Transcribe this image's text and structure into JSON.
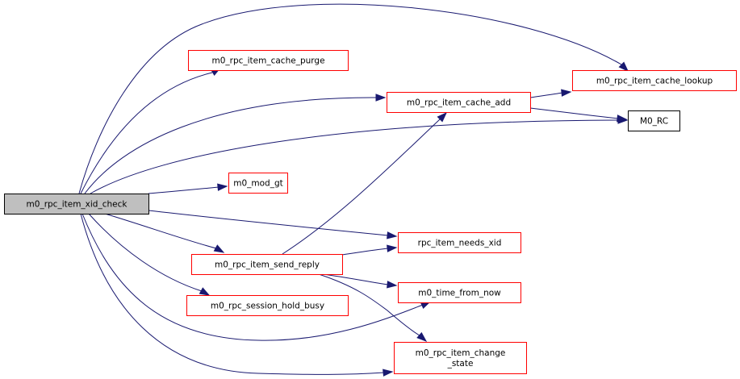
{
  "diagram": {
    "type": "call-graph",
    "root": "m0_rpc_item_xid_check",
    "colors": {
      "edge": "#191970",
      "root_fill": "#bfbfbf",
      "root_border": "#000000",
      "documented_border": "#ff0000",
      "plain_border": "#000000",
      "node_fill": "#ffffff"
    },
    "nodes": [
      {
        "id": "xid_check",
        "lines": [
          "m0_rpc_item_xid_check"
        ],
        "style": "root"
      },
      {
        "id": "cache_purge",
        "lines": [
          "m0_rpc_item_cache_purge"
        ],
        "style": "documented"
      },
      {
        "id": "cache_add",
        "lines": [
          "m0_rpc_item_cache_add"
        ],
        "style": "documented"
      },
      {
        "id": "cache_lookup",
        "lines": [
          "m0_rpc_item_cache_lookup"
        ],
        "style": "documented"
      },
      {
        "id": "m0_rc",
        "lines": [
          "M0_RC"
        ],
        "style": "plain"
      },
      {
        "id": "mod_gt",
        "lines": [
          "m0_mod_gt"
        ],
        "style": "documented"
      },
      {
        "id": "needs_xid",
        "lines": [
          "rpc_item_needs_xid"
        ],
        "style": "documented"
      },
      {
        "id": "send_reply",
        "lines": [
          "m0_rpc_item_send_reply"
        ],
        "style": "documented"
      },
      {
        "id": "time_from_now",
        "lines": [
          "m0_time_from_now"
        ],
        "style": "documented"
      },
      {
        "id": "hold_busy",
        "lines": [
          "m0_rpc_session_hold_busy"
        ],
        "style": "documented"
      },
      {
        "id": "change_state",
        "lines": [
          "m0_rpc_item_change",
          "_state"
        ],
        "style": "documented"
      }
    ],
    "edges": [
      {
        "from": "xid_check",
        "to": "cache_lookup"
      },
      {
        "from": "xid_check",
        "to": "cache_purge"
      },
      {
        "from": "xid_check",
        "to": "cache_add"
      },
      {
        "from": "xid_check",
        "to": "m0_rc"
      },
      {
        "from": "xid_check",
        "to": "mod_gt"
      },
      {
        "from": "xid_check",
        "to": "needs_xid"
      },
      {
        "from": "xid_check",
        "to": "send_reply"
      },
      {
        "from": "xid_check",
        "to": "hold_busy"
      },
      {
        "from": "xid_check",
        "to": "time_from_now"
      },
      {
        "from": "xid_check",
        "to": "change_state"
      },
      {
        "from": "cache_add",
        "to": "cache_lookup"
      },
      {
        "from": "cache_add",
        "to": "m0_rc"
      },
      {
        "from": "send_reply",
        "to": "cache_add"
      },
      {
        "from": "send_reply",
        "to": "needs_xid"
      },
      {
        "from": "send_reply",
        "to": "time_from_now"
      },
      {
        "from": "send_reply",
        "to": "change_state"
      }
    ]
  }
}
